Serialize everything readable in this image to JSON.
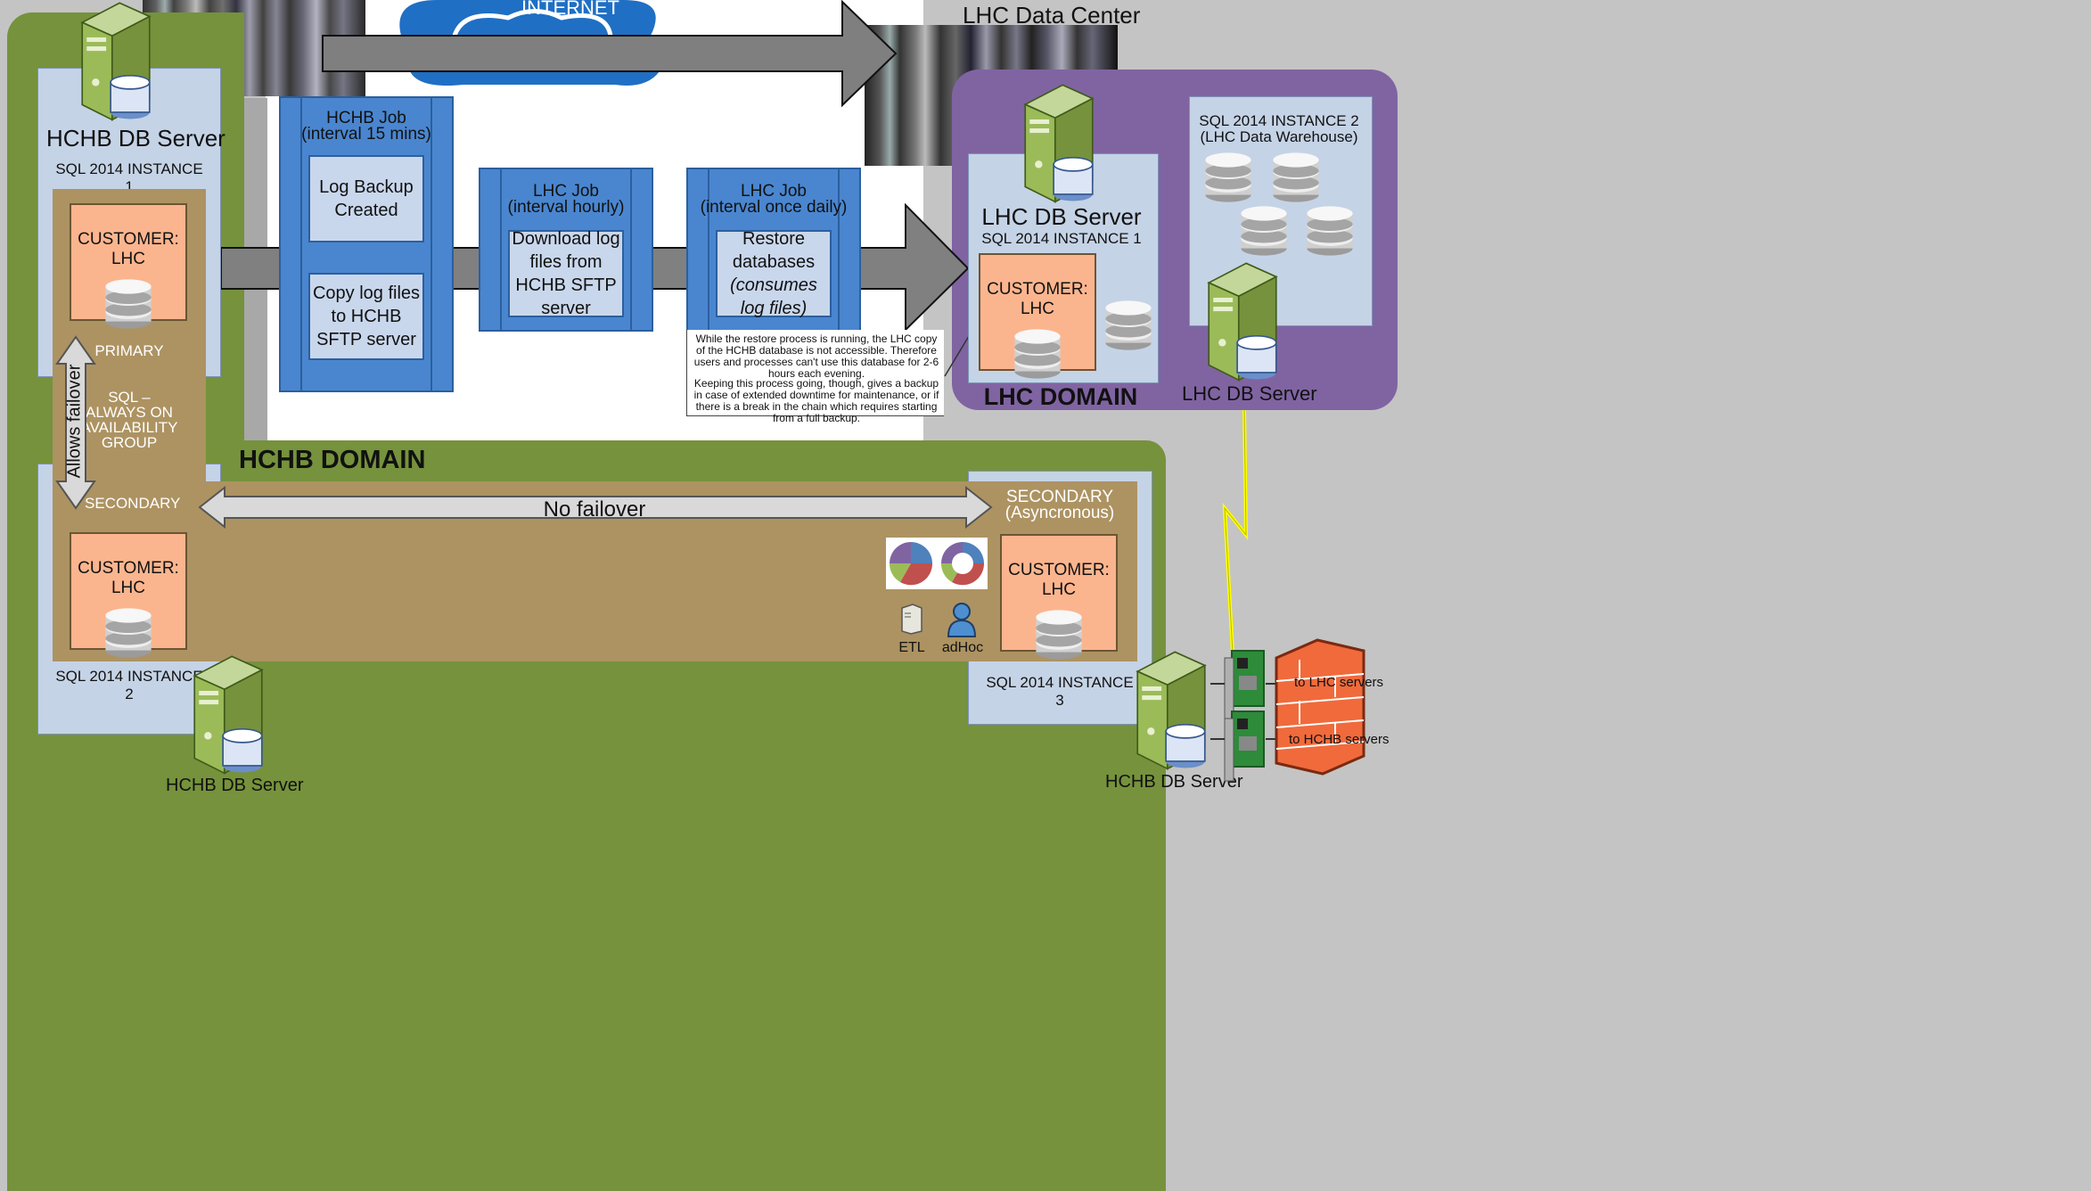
{
  "internet": {
    "label": "INTERNET"
  },
  "lhc_data_center": {
    "label": "LHC Data Center"
  },
  "hchb_domain": {
    "label": "HCHB DOMAIN",
    "top_server_label": "HCHB DB Server",
    "bottom_server_label": "HCHB DB Server",
    "right_server_label": "HCHB DB Server",
    "instance1": "SQL 2014 INSTANCE 1",
    "instance2": "SQL 2014 INSTANCE 2",
    "instance3": "SQL 2014 INSTANCE 3",
    "customer_top": "CUSTOMER: LHC",
    "customer_bottom": "CUSTOMER: LHC",
    "customer_right": "CUSTOMER: LHC",
    "primary": "PRIMARY",
    "ag_line1": "SQL –",
    "ag_line2": "ALWAYS ON",
    "ag_line3": "AVAILABILITY",
    "ag_line4": "GROUP",
    "secondary": "SECONDARY",
    "secondary_async_1": "SECONDARY",
    "secondary_async_2": "(Asyncronous)",
    "allows_failover": "Allows failover",
    "no_failover": "No failover",
    "etl": "ETL",
    "adhoc": "adHoc"
  },
  "jobs": [
    {
      "title": "HCHB Job",
      "interval": "(interval 15 mins)",
      "steps": [
        "Log Backup Created",
        "Copy log files to HCHB SFTP server"
      ]
    },
    {
      "title": "LHC Job",
      "interval": "(interval hourly)",
      "steps": [
        "Download log files from HCHB SFTP server"
      ]
    },
    {
      "title": "LHC Job",
      "interval": "(interval once daily)",
      "steps": [
        "Restore databases",
        "(consumes log files)"
      ]
    }
  ],
  "note": {
    "p1": "While the restore process is running, the LHC copy of the HCHB database is not accessible.  Therefore users and processes can't use this database for 2-6 hours each evening.",
    "p2": "Keeping this process going, though, gives a backup in case of extended downtime for maintenance, or if there is a break in the chain which requires starting from a full backup."
  },
  "lhc_domain": {
    "label": "LHC DOMAIN",
    "server1_label": "LHC DB Server",
    "instance1": "SQL 2014 INSTANCE 1",
    "customer": "CUSTOMER: LHC",
    "instance2_line1": "SQL 2014 INSTANCE 2",
    "instance2_line2": "(LHC Data Warehouse)",
    "server2_label": "LHC DB Server"
  },
  "network": {
    "to_lhc": "to LHC servers",
    "to_hchb": "to HCHB servers"
  }
}
